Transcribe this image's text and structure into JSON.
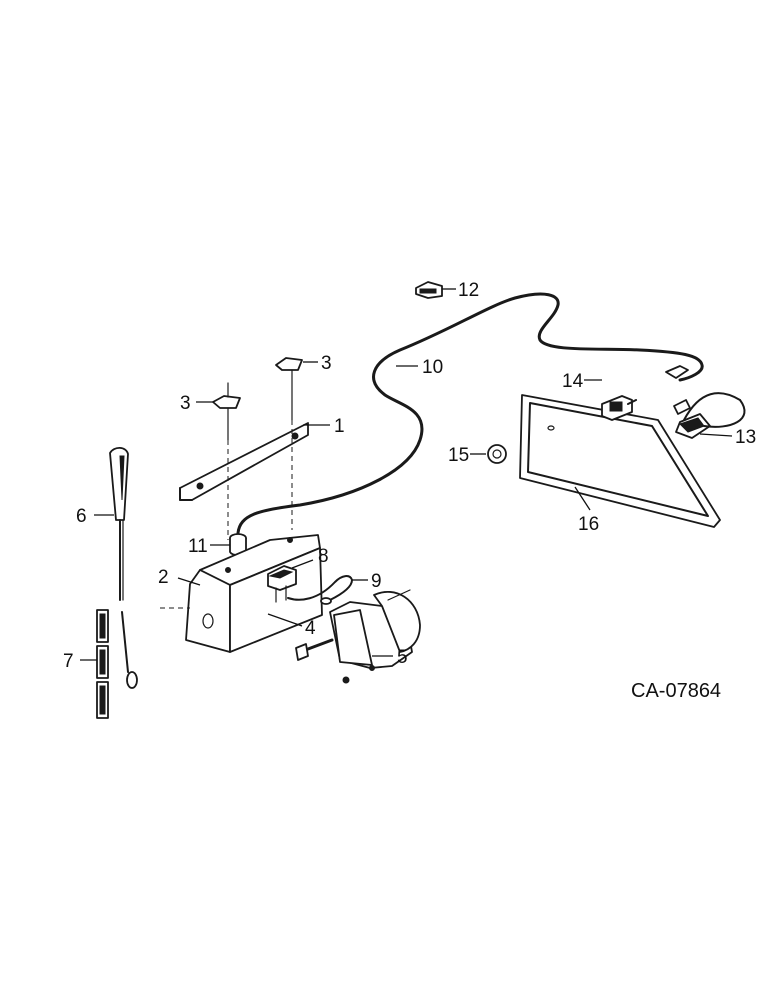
{
  "diagram": {
    "drawing_code": "CA-07864",
    "callouts": {
      "c1": "1",
      "c2": "2",
      "c3a": "3",
      "c3b": "3",
      "c4": "4",
      "c5": "5",
      "c6": "6",
      "c7": "7",
      "c8": "8",
      "c9": "9",
      "c10": "10",
      "c11": "11",
      "c12": "12",
      "c13": "13",
      "c14": "14",
      "c15": "15",
      "c16": "16"
    }
  }
}
